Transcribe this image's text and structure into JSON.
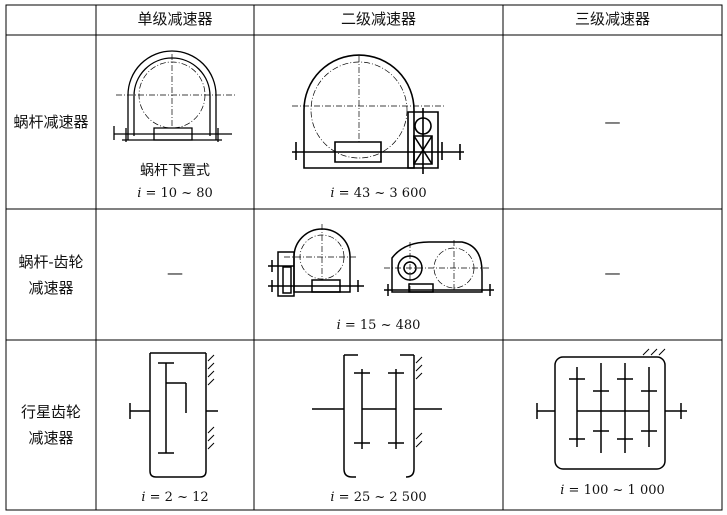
{
  "headers": {
    "col1": "单级减速器",
    "col2": "二级减速器",
    "col3": "三级减速器"
  },
  "rows": {
    "worm": {
      "label_lines": [
        "蜗杆减速器"
      ],
      "single_sub": "蜗杆下置式",
      "single_ratio": "= 10 ~ 80",
      "double_ratio": "= 43 ~ 3 600",
      "triple": "—"
    },
    "worm_gear": {
      "label_lines": [
        "蜗杆-齿轮",
        "减速器"
      ],
      "single": "—",
      "double_ratio": "= 15 ~ 480",
      "triple": "—"
    },
    "planetary": {
      "label_lines": [
        "行星齿轮",
        "减速器"
      ],
      "single_ratio": "= 2 ~ 12",
      "double_ratio": "= 25 ~ 2 500",
      "triple_ratio": "= 100 ~ 1 000"
    }
  },
  "ratio_symbol": "i"
}
